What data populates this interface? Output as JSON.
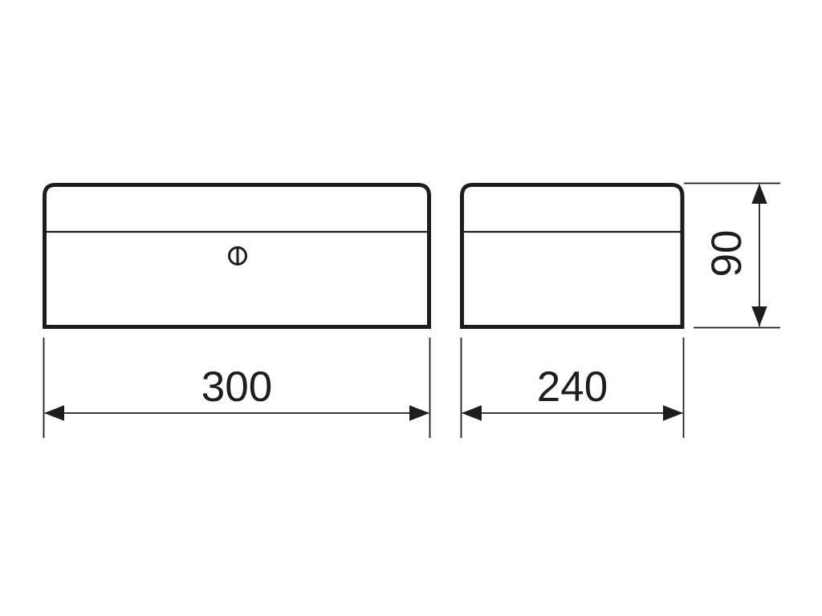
{
  "drawing": {
    "kind": "technical-dimension-drawing",
    "colors": {
      "line": "#1d1d1b",
      "background": "#ffffff"
    },
    "views": {
      "front": {
        "label": "front-view",
        "features": [
          "rounded-top-outline",
          "lid-split-line",
          "slotted-lock-icon"
        ]
      },
      "side": {
        "label": "side-view",
        "features": [
          "rounded-top-outline",
          "lid-split-line"
        ]
      }
    },
    "dimensions": {
      "width": {
        "value": "300",
        "applies_to": "front-view-width"
      },
      "depth": {
        "value": "240",
        "applies_to": "side-view-width"
      },
      "height": {
        "value": "90",
        "applies_to": "side-view-height"
      }
    }
  }
}
